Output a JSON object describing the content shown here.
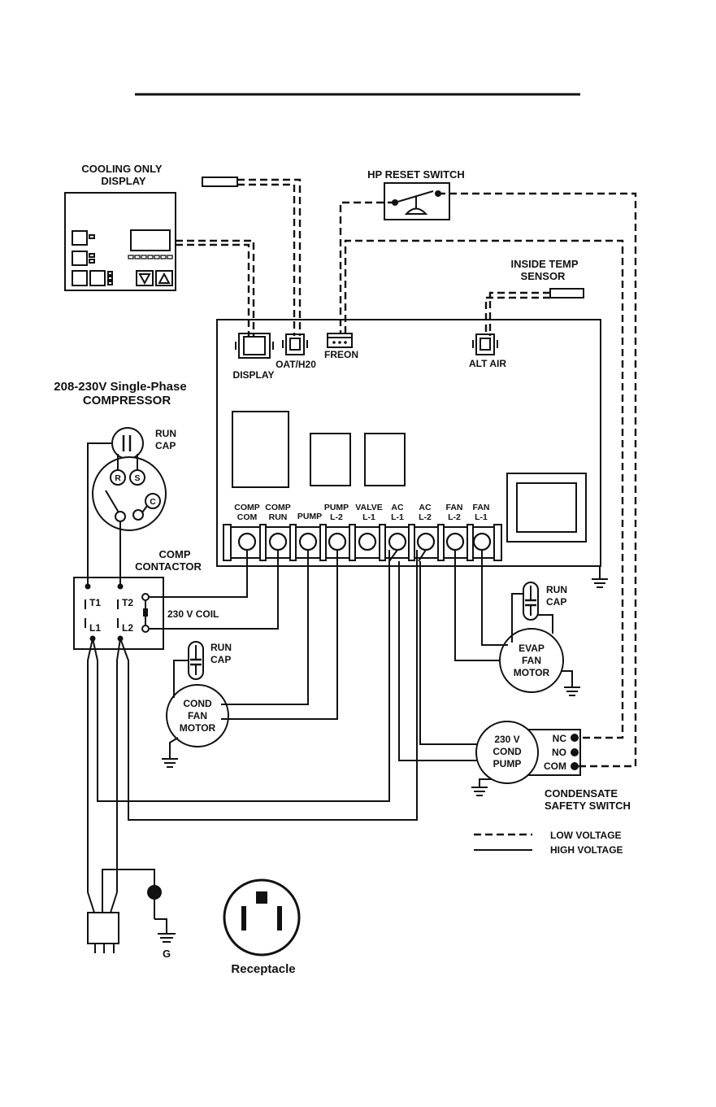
{
  "labels": {
    "cooling_display": [
      "COOLING ONLY",
      "DISPLAY"
    ],
    "hp_reset_switch": "HP RESET SWITCH",
    "inside_temp_sensor": [
      "INSIDE TEMP",
      "SENSOR"
    ],
    "display_connector": "DISPLAY",
    "oat_h20_connector": "OAT/H20",
    "freon_connector": "FREON",
    "alt_air_connector": "ALT AIR",
    "compressor_title": [
      "208-230V Single-Phase",
      "COMPRESSOR"
    ],
    "run_cap": [
      "RUN",
      "CAP"
    ],
    "compressor_terminals": {
      "r": "R",
      "s": "S",
      "c": "C"
    },
    "comp_contactor": [
      "COMP",
      "CONTACTOR"
    ],
    "contactor_terminals": {
      "t1": "T1",
      "t2": "T2",
      "l1": "L1",
      "l2": "L2"
    },
    "coil": "230 V  COIL",
    "cond_fan_motor": [
      "COND",
      "FAN",
      "MOTOR"
    ],
    "evap_fan_motor": [
      "EVAP",
      "FAN",
      "MOTOR"
    ],
    "cond_pump": [
      "230 V",
      "COND",
      "PUMP"
    ],
    "safety_switch_terminals": [
      "NC",
      "NO",
      "COM"
    ],
    "condensate_safety_switch": [
      "CONDENSATE",
      "SAFETY SWITCH"
    ],
    "ground": "G",
    "receptacle": "Receptacle"
  },
  "terminals": [
    [
      "COMP",
      "COM"
    ],
    [
      "COMP",
      "RUN"
    ],
    [
      "PUMP",
      ""
    ],
    [
      "PUMP",
      "L-2"
    ],
    [
      "VALVE",
      "L-1"
    ],
    [
      "AC",
      "L-1"
    ],
    [
      "AC",
      "L-2"
    ],
    [
      "FAN",
      "L-2"
    ],
    [
      "FAN",
      "L-1"
    ]
  ],
  "legend": {
    "low_voltage": "LOW VOLTAGE",
    "high_voltage": "HIGH VOLTAGE"
  }
}
